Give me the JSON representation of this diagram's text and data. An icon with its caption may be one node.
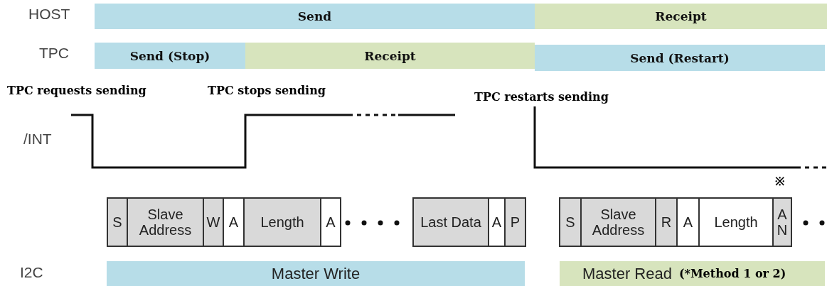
{
  "diagram": {
    "nodes": [
      {
        "text": [
          "Send"
        ]
      },
      {
        "text": [
          "Receipt"
        ]
      },
      {
        "text": [
          "Send (Stop)"
        ]
      },
      {
        "text": [
          "Receipt"
        ]
      },
      {
        "text": [
          "Send (Restart)"
        ]
      },
      {
        "text": [
          "S"
        ]
      },
      {
        "text": [
          "Slave Address"
        ]
      },
      {
        "text": [
          "W"
        ]
      },
      {
        "text": [
          "A"
        ]
      },
      {
        "text": [
          "Length"
        ]
      },
      {
        "text": [
          "A"
        ]
      },
      {
        "text": [
          "Last Data"
        ]
      },
      {
        "text": [
          "A"
        ]
      },
      {
        "text": [
          "P"
        ]
      },
      {
        "text": [
          "S"
        ]
      },
      {
        "text": [
          "Slave Address"
        ]
      },
      {
        "text": [
          "R"
        ]
      },
      {
        "text": [
          "A"
        ]
      },
      {
        "text": [
          "Length"
        ]
      },
      {
        "text": [
          "A N"
        ]
      },
      {
        "text": [
          "Master Write"
        ]
      },
      {
        "text": [
          "Master Read",
          "(*Method 1 or 2)"
        ]
      }
    ],
    "labels": [
      "HOST",
      "TPC",
      "TPC requests sending",
      "TPC stops sending",
      "TPC restarts sending",
      "/INT",
      "※",
      "I2C"
    ]
  }
}
